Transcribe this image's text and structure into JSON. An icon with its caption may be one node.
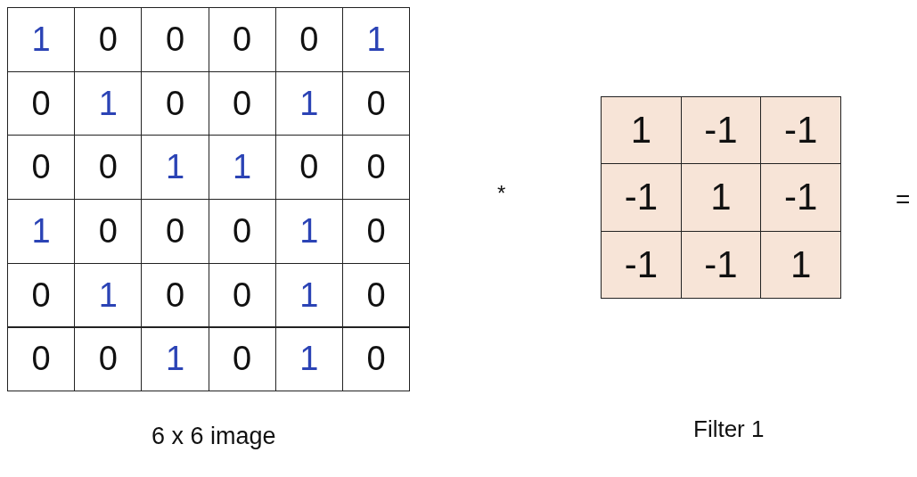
{
  "diagram": {
    "labels": [
      "1",
      "0",
      "0",
      "0",
      "0",
      "1",
      "0",
      "1",
      "0",
      "0",
      "1",
      "0",
      "0",
      "0",
      "1",
      "1",
      "0",
      "0",
      "1",
      "0",
      "0",
      "0",
      "1",
      "0",
      "0",
      "1",
      "0",
      "0",
      "1",
      "0",
      "0",
      "0",
      "1",
      "0",
      "1",
      "0",
      "*",
      "1",
      "-1",
      "-1",
      "-1",
      "1",
      "-1",
      "-1",
      "-1",
      "1",
      "=",
      "6 x 6 image",
      "Filter 1"
    ]
  }
}
